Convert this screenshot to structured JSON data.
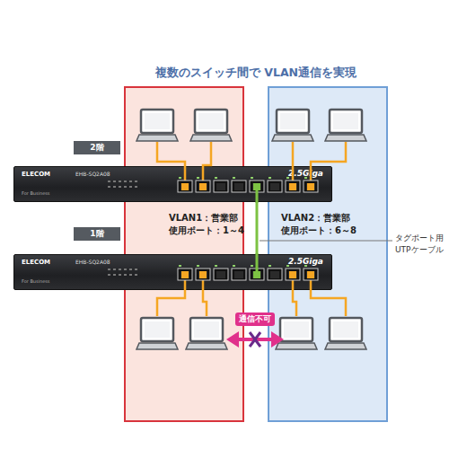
{
  "diagram": {
    "title": "複数のスイッチ間で VLAN通信を実現",
    "nodes": [
      {
        "text": [
          "VLAN1：営業部 使用ポート：1～4"
        ]
      },
      {
        "text": [
          "VLAN2：営業部 使用ポート：6～8"
        ]
      },
      {
        "text": [
          "2階"
        ]
      },
      {
        "text": [
          "ELECOM",
          "For Business",
          "EHB-SQ2A08",
          "2.5Giga"
        ]
      },
      {
        "text": [
          "1階"
        ]
      },
      {
        "text": [
          "ELECOM",
          "For Business",
          "EHB-SQ2A08",
          "2.5Giga"
        ]
      },
      {
        "text": [
          "通信不可"
        ]
      }
    ],
    "edges": [
      {
        "from": 3,
        "to": 5,
        "arrow": "none"
      }
    ],
    "labels": [
      "タグポート用 UTPケーブル"
    ]
  }
}
